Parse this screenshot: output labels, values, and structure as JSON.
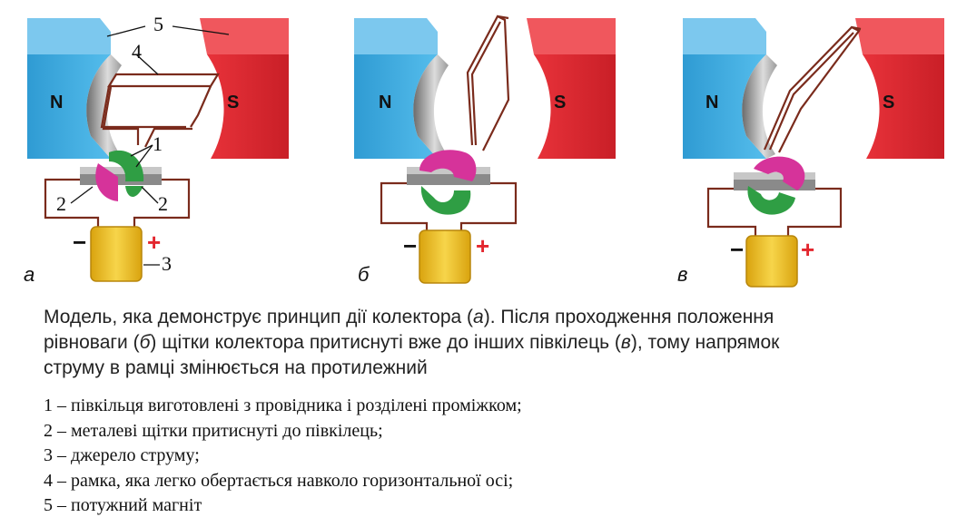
{
  "figure": {
    "pole_north": "N",
    "pole_south": "S",
    "battery_minus": "−",
    "battery_plus": "+",
    "callout_1": "1",
    "callout_2": "2",
    "callout_3": "3",
    "callout_4": "4",
    "callout_5": "5",
    "panels": [
      "а",
      "б",
      "в"
    ],
    "colors": {
      "north_pole": "#35a9e0",
      "south_pole": "#e3262e",
      "wire": "#7a2b1c",
      "commutator_half_a": "#d6339a",
      "commutator_half_b": "#2f9e44",
      "battery": "#f2c21a",
      "minus_sign": "#111111",
      "plus_sign": "#e3262e"
    }
  },
  "caption": {
    "line1_a": "Модель, яка демонструє принцип дії колектора (",
    "line1_i": "а",
    "line1_b": "). Після проходження положення",
    "line2_a": "рівноваги (",
    "line2_i1": "б",
    "line2_b": ") щітки колектора притиснуті вже до інших півкілець (",
    "line2_i2": "в",
    "line2_c": "), тому напрямок",
    "line3": "струму в рамці змінюється на протилежний"
  },
  "legend": [
    "1 – півкільця виготовлені з провідника і розділені проміжком;",
    "2 – металеві щітки притиснуті до півкілець;",
    "3 – джерело струму;",
    "4 – рамка, яка легко обертається навколо горизонтальної осі;",
    "5 – потужний магніт"
  ]
}
